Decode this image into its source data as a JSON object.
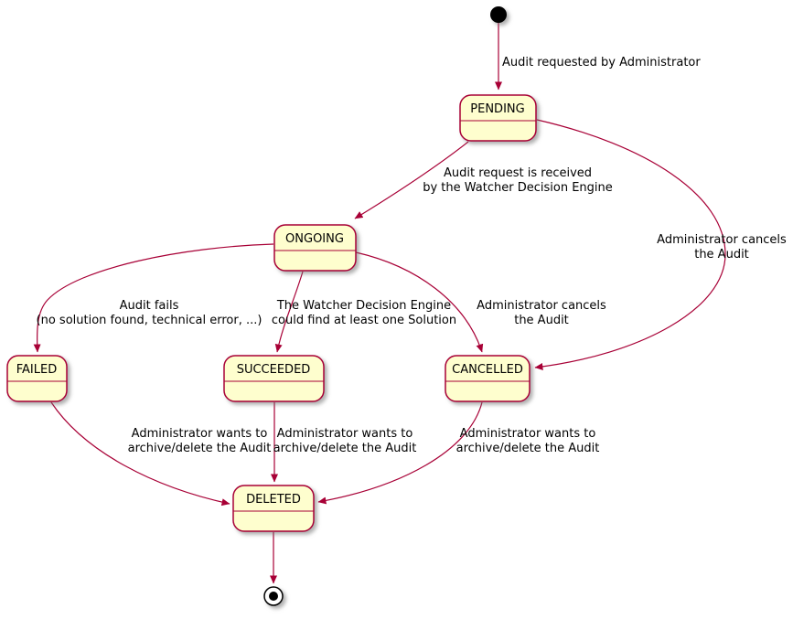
{
  "diagram": {
    "type": "state-diagram",
    "states": [
      {
        "id": "pending",
        "label": "PENDING"
      },
      {
        "id": "ongoing",
        "label": "ONGOING"
      },
      {
        "id": "failed",
        "label": "FAILED"
      },
      {
        "id": "succeeded",
        "label": "SUCCEEDED"
      },
      {
        "id": "cancelled",
        "label": "CANCELLED"
      },
      {
        "id": "deleted",
        "label": "DELETED"
      }
    ],
    "edges": [
      {
        "from": "start",
        "to": "pending",
        "label": [
          "Audit requested by Administrator"
        ]
      },
      {
        "from": "pending",
        "to": "ongoing",
        "label": [
          "Audit request is received",
          "by the Watcher Decision Engine"
        ]
      },
      {
        "from": "pending",
        "to": "cancelled",
        "label": [
          "Administrator cancels",
          "the Audit"
        ]
      },
      {
        "from": "ongoing",
        "to": "failed",
        "label": [
          "Audit fails",
          "(no solution found, technical error, ...)"
        ]
      },
      {
        "from": "ongoing",
        "to": "succeeded",
        "label": [
          "The Watcher Decision Engine",
          "could find at least one Solution"
        ]
      },
      {
        "from": "ongoing",
        "to": "cancelled",
        "label": [
          "Administrator cancels",
          "the Audit"
        ]
      },
      {
        "from": "failed",
        "to": "deleted",
        "label": [
          "Administrator wants to",
          "archive/delete the Audit"
        ]
      },
      {
        "from": "succeeded",
        "to": "deleted",
        "label": [
          "Administrator wants to",
          "archive/delete the Audit"
        ]
      },
      {
        "from": "cancelled",
        "to": "deleted",
        "label": [
          "Administrator wants to",
          "archive/delete the Audit"
        ]
      },
      {
        "from": "deleted",
        "to": "end",
        "label": []
      }
    ],
    "colors": {
      "state_fill": "#FEFECE",
      "state_border": "#A80036",
      "arrow": "#A80036",
      "text": "#000000",
      "background": "#FFFFFF"
    }
  }
}
